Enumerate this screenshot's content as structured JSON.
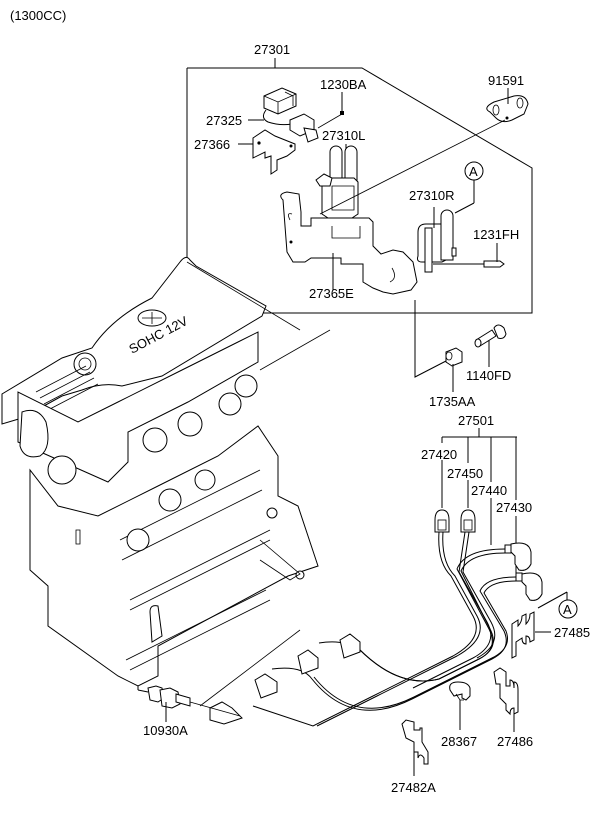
{
  "diagram": {
    "variant_label": "(1300CC)",
    "engine_cover_text": "SOHC 12V",
    "callout_marker": "A",
    "parts": {
      "p27301": "27301",
      "p1230BA": "1230BA",
      "p91591": "91591",
      "p27325": "27325",
      "p27366": "27366",
      "p27310L": "27310L",
      "p27310R": "27310R",
      "p1231FH": "1231FH",
      "p27365E": "27365E",
      "p1735AA": "1735AA",
      "p1140FD": "1140FD",
      "p27501": "27501",
      "p27420": "27420",
      "p27450": "27450",
      "p27440": "27440",
      "p27430": "27430",
      "p27485": "27485",
      "p10930A": "10930A",
      "p28367": "28367",
      "p27486": "27486",
      "p27482A": "27482A"
    }
  }
}
